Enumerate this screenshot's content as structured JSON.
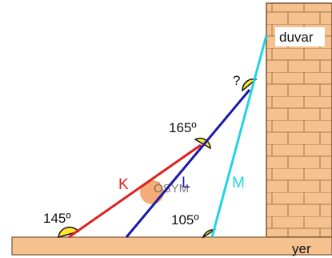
{
  "colors": {
    "wall_fill": "#f5c28f",
    "wall_mortar": "#b8865a",
    "ground_fill": "#f5c28f",
    "arc_fill": "#ffe833",
    "rod_K": "#e02020",
    "rod_L": "#1a1aa8",
    "rod_M": "#22d4e0",
    "watermark": "#f08a40"
  },
  "labels": {
    "wall": "duvar",
    "ground": "yer",
    "unknown_angle": "?",
    "rod_K": "K",
    "rod_L": "L",
    "rod_M": "M",
    "watermark": "ÖSYM"
  },
  "angles": {
    "at_ground_K": "145º",
    "K_L_joint": "165º",
    "at_ground_M": "105º"
  }
}
